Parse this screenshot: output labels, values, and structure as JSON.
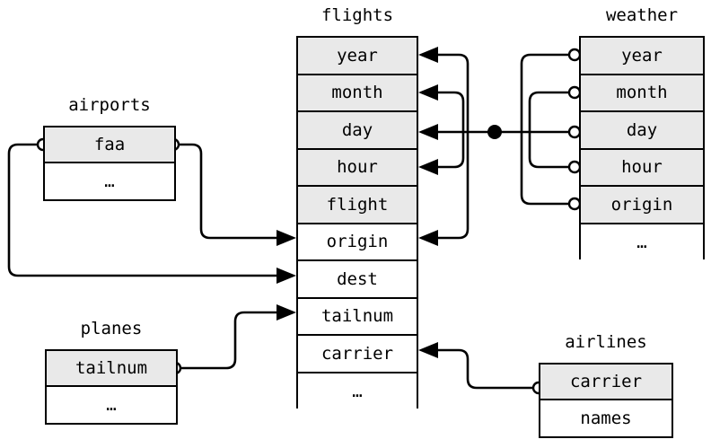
{
  "diagram": {
    "kind": "entity-relationship-diagram",
    "background_color": "#ffffff",
    "line_color": "#000000",
    "key_row_fill": "#e9e9e9",
    "plain_row_fill": "#ffffff",
    "ellipsis_glyph": "…"
  },
  "tables": {
    "airports": {
      "title": "airports",
      "rows": [
        {
          "label": "faa",
          "key": true
        },
        {
          "label": "…",
          "key": false
        }
      ]
    },
    "planes": {
      "title": "planes",
      "rows": [
        {
          "label": "tailnum",
          "key": true
        },
        {
          "label": "…",
          "key": false
        }
      ]
    },
    "flights": {
      "title": "flights",
      "rows": [
        {
          "label": "year",
          "key": true
        },
        {
          "label": "month",
          "key": true
        },
        {
          "label": "day",
          "key": true
        },
        {
          "label": "hour",
          "key": true
        },
        {
          "label": "flight",
          "key": true
        },
        {
          "label": "origin",
          "key": false
        },
        {
          "label": "dest",
          "key": false
        },
        {
          "label": "tailnum",
          "key": false
        },
        {
          "label": "carrier",
          "key": false
        },
        {
          "label": "…",
          "key": false
        }
      ]
    },
    "weather": {
      "title": "weather",
      "rows": [
        {
          "label": "year",
          "key": true
        },
        {
          "label": "month",
          "key": true
        },
        {
          "label": "day",
          "key": true
        },
        {
          "label": "hour",
          "key": true
        },
        {
          "label": "origin",
          "key": true
        },
        {
          "label": "…",
          "key": false
        }
      ]
    },
    "airlines": {
      "title": "airlines",
      "rows": [
        {
          "label": "carrier",
          "key": true
        },
        {
          "label": "names",
          "key": false
        }
      ]
    }
  },
  "relationships": [
    {
      "from_table": "airports",
      "from_field": "faa",
      "to_table": "flights",
      "to_field": "origin"
    },
    {
      "from_table": "airports",
      "from_field": "faa",
      "to_table": "flights",
      "to_field": "dest"
    },
    {
      "from_table": "planes",
      "from_field": "tailnum",
      "to_table": "flights",
      "to_field": "tailnum"
    },
    {
      "from_table": "airlines",
      "from_field": "carrier",
      "to_table": "flights",
      "to_field": "carrier"
    },
    {
      "from_table": "weather",
      "from_field": "year",
      "to_table": "flights",
      "to_field": "year"
    },
    {
      "from_table": "weather",
      "from_field": "month",
      "to_table": "flights",
      "to_field": "month"
    },
    {
      "from_table": "weather",
      "from_field": "day",
      "to_table": "flights",
      "to_field": "day"
    },
    {
      "from_table": "weather",
      "from_field": "hour",
      "to_table": "flights",
      "to_field": "hour"
    },
    {
      "from_table": "weather",
      "from_field": "origin",
      "to_table": "flights",
      "to_field": "origin"
    }
  ]
}
